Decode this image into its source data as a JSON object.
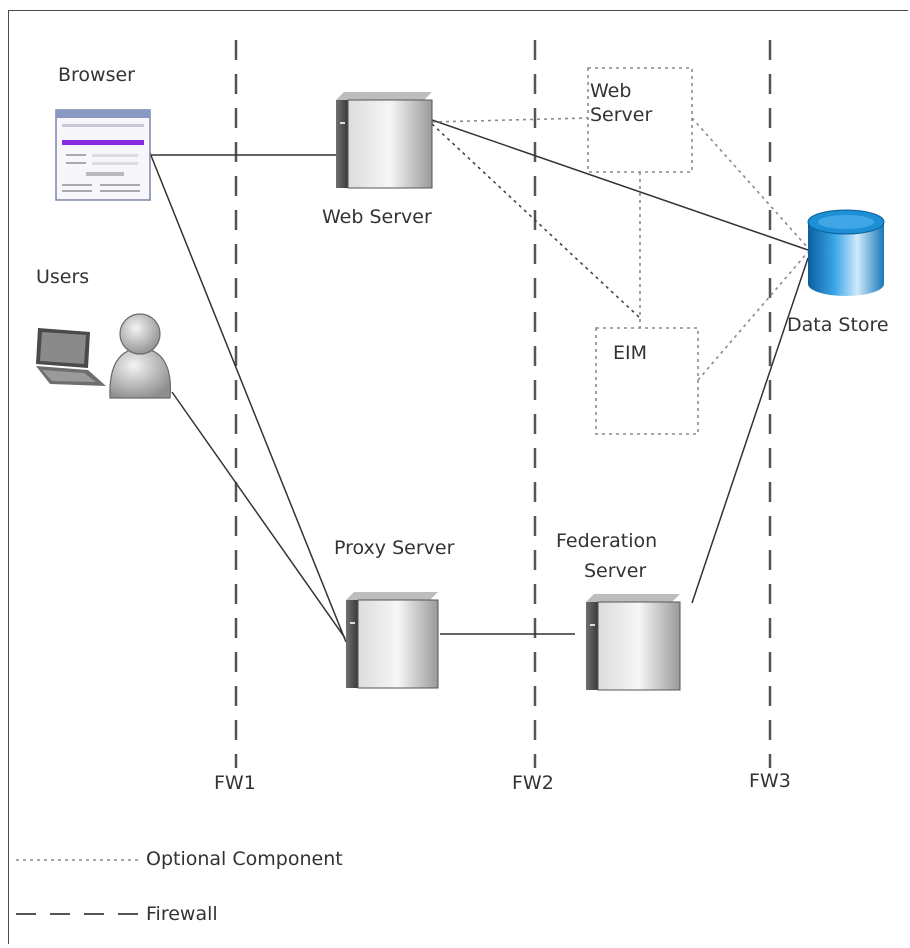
{
  "labels": {
    "browser": "Browser",
    "users": "Users",
    "web_server": "Web Server",
    "optional_web_server_line1": "Web",
    "optional_web_server_line2": "Server",
    "eim": "EIM",
    "data_store": "Data Store",
    "proxy_server": "Proxy Server",
    "federation_server_line1": "Federation",
    "federation_server_line2": "Server",
    "fw1": "FW1",
    "fw2": "FW2",
    "fw3": "FW3"
  },
  "legend": {
    "optional_component": "Optional Component",
    "firewall": "Firewall"
  },
  "icons": {
    "browser": "browser-window-icon",
    "laptop": "laptop-icon",
    "user": "user-icon",
    "server": "server-tower-icon",
    "database": "database-cylinder-icon"
  },
  "colors": {
    "line": "#333333",
    "dotted": "#8a8a8a",
    "firewall": "#555555",
    "database_blue": "#1a86c8",
    "browser_accent": "#8a2be2"
  }
}
